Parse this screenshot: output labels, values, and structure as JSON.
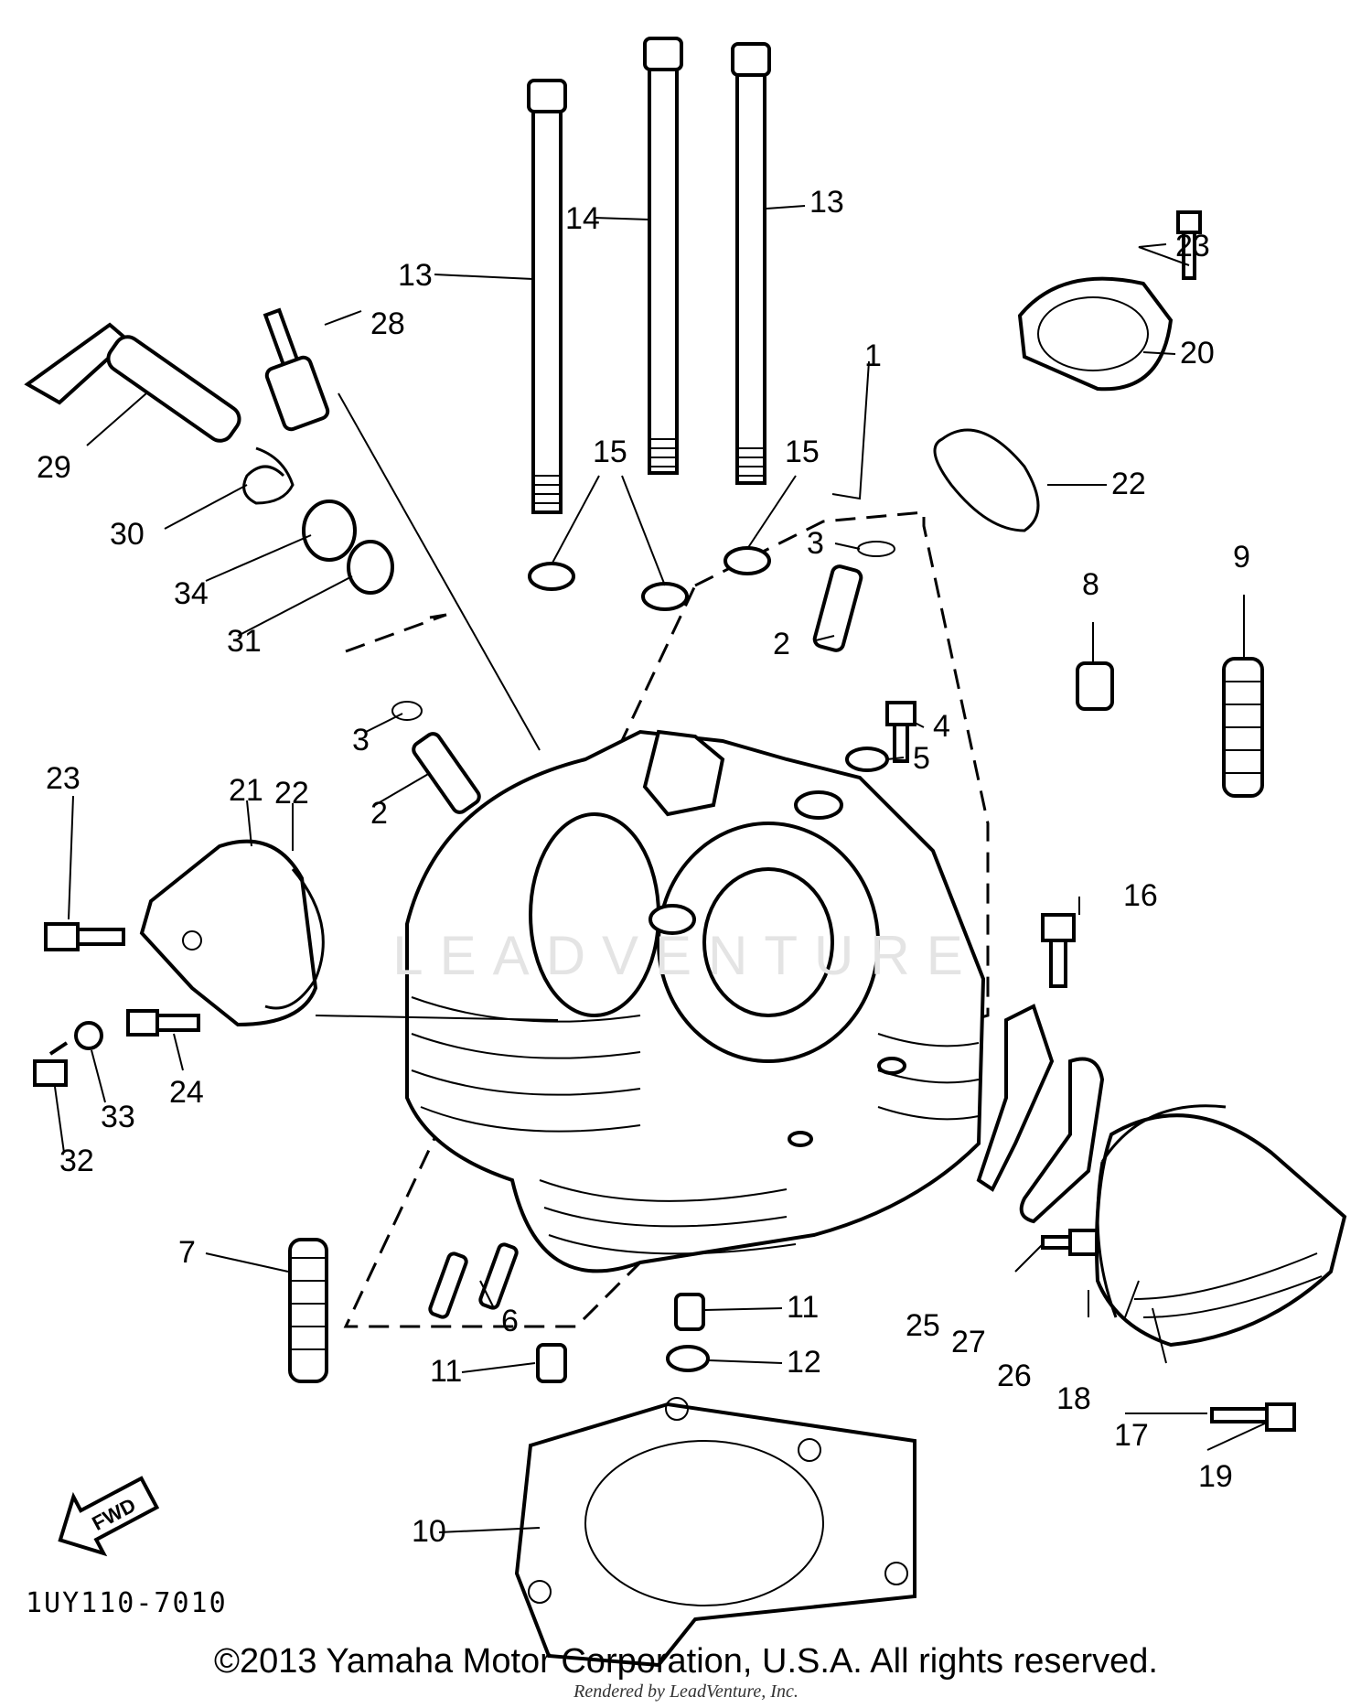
{
  "diagram": {
    "code": "1UY110-7010",
    "arrow_label": "FWD",
    "watermark": "LEADVENTURE",
    "part_labels": [
      "1",
      "2",
      "2",
      "3",
      "3",
      "4",
      "5",
      "6",
      "7",
      "8",
      "9",
      "10",
      "11",
      "11",
      "12",
      "13",
      "13",
      "14",
      "15",
      "15",
      "16",
      "17",
      "18",
      "19",
      "20",
      "21",
      "22",
      "22",
      "23",
      "23",
      "24",
      "25",
      "26",
      "27",
      "28",
      "29",
      "30",
      "31",
      "32",
      "33",
      "34"
    ]
  },
  "footer": {
    "copyright": "©2013 Yamaha Motor Corporation, U.S.A. All rights reserved.",
    "rendered_by": "Rendered by LeadVenture, Inc."
  }
}
